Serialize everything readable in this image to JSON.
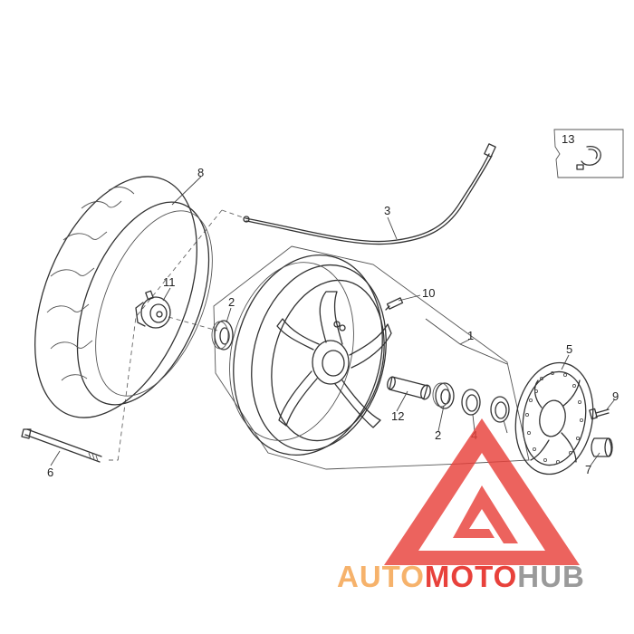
{
  "callouts": {
    "c1": "1",
    "c2a": "2",
    "c2b": "2",
    "c3": "3",
    "c4": "4",
    "c5": "5",
    "c6": "6",
    "c7": "7",
    "c8": "8",
    "c9": "9",
    "c10": "10",
    "c11": "11",
    "c12": "12",
    "c13": "13"
  },
  "watermark": {
    "part1": "AUTO",
    "part2": "MOTO",
    "part3": "HUB",
    "color_orange": "#f6b26b",
    "color_red": "#e8413b",
    "color_gray": "#9a9a9a"
  }
}
